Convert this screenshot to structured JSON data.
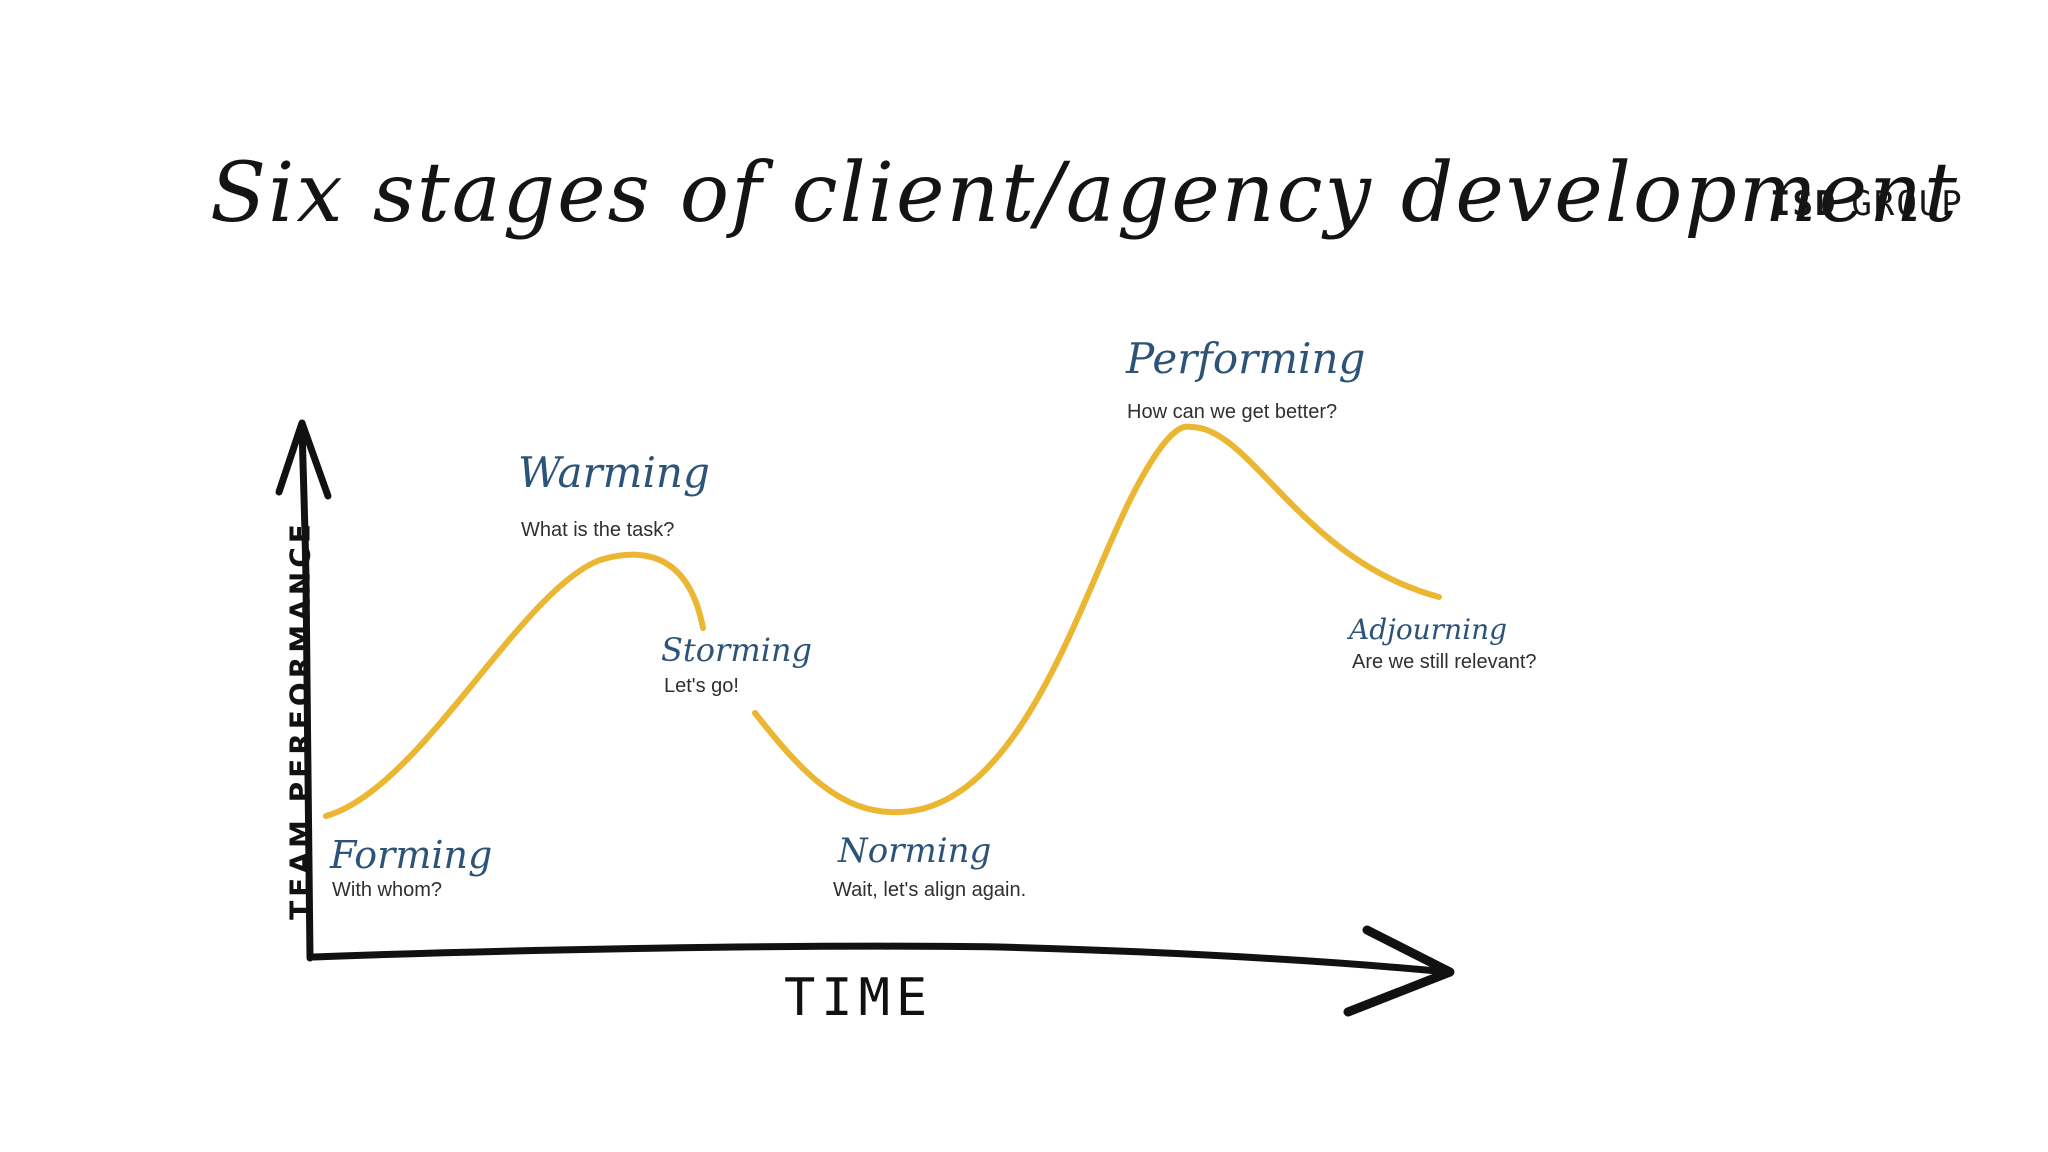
{
  "title": "Six stages of client/agency development",
  "brand": {
    "part1": "ISD",
    "part2": "GROUP"
  },
  "axes": {
    "y_label": "TEAM PERFORMANCE",
    "x_label": "TIME"
  },
  "stages": [
    {
      "id": "forming",
      "name": "Forming",
      "question": "With whom?"
    },
    {
      "id": "warming",
      "name": "Warming",
      "question": "What is the task?"
    },
    {
      "id": "storming",
      "name": "Storming",
      "question": "Let's go!"
    },
    {
      "id": "norming",
      "name": "Norming",
      "question": "Wait, let's align again."
    },
    {
      "id": "performing",
      "name": "Performing",
      "question": "How can we get better?"
    },
    {
      "id": "adjourning",
      "name": "Adjourning",
      "question": "Are we still relevant?"
    }
  ],
  "colors": {
    "curve": "#ebb631",
    "stage_name": "#2d5478",
    "axis": "#111111",
    "background": "#ffffff"
  }
}
